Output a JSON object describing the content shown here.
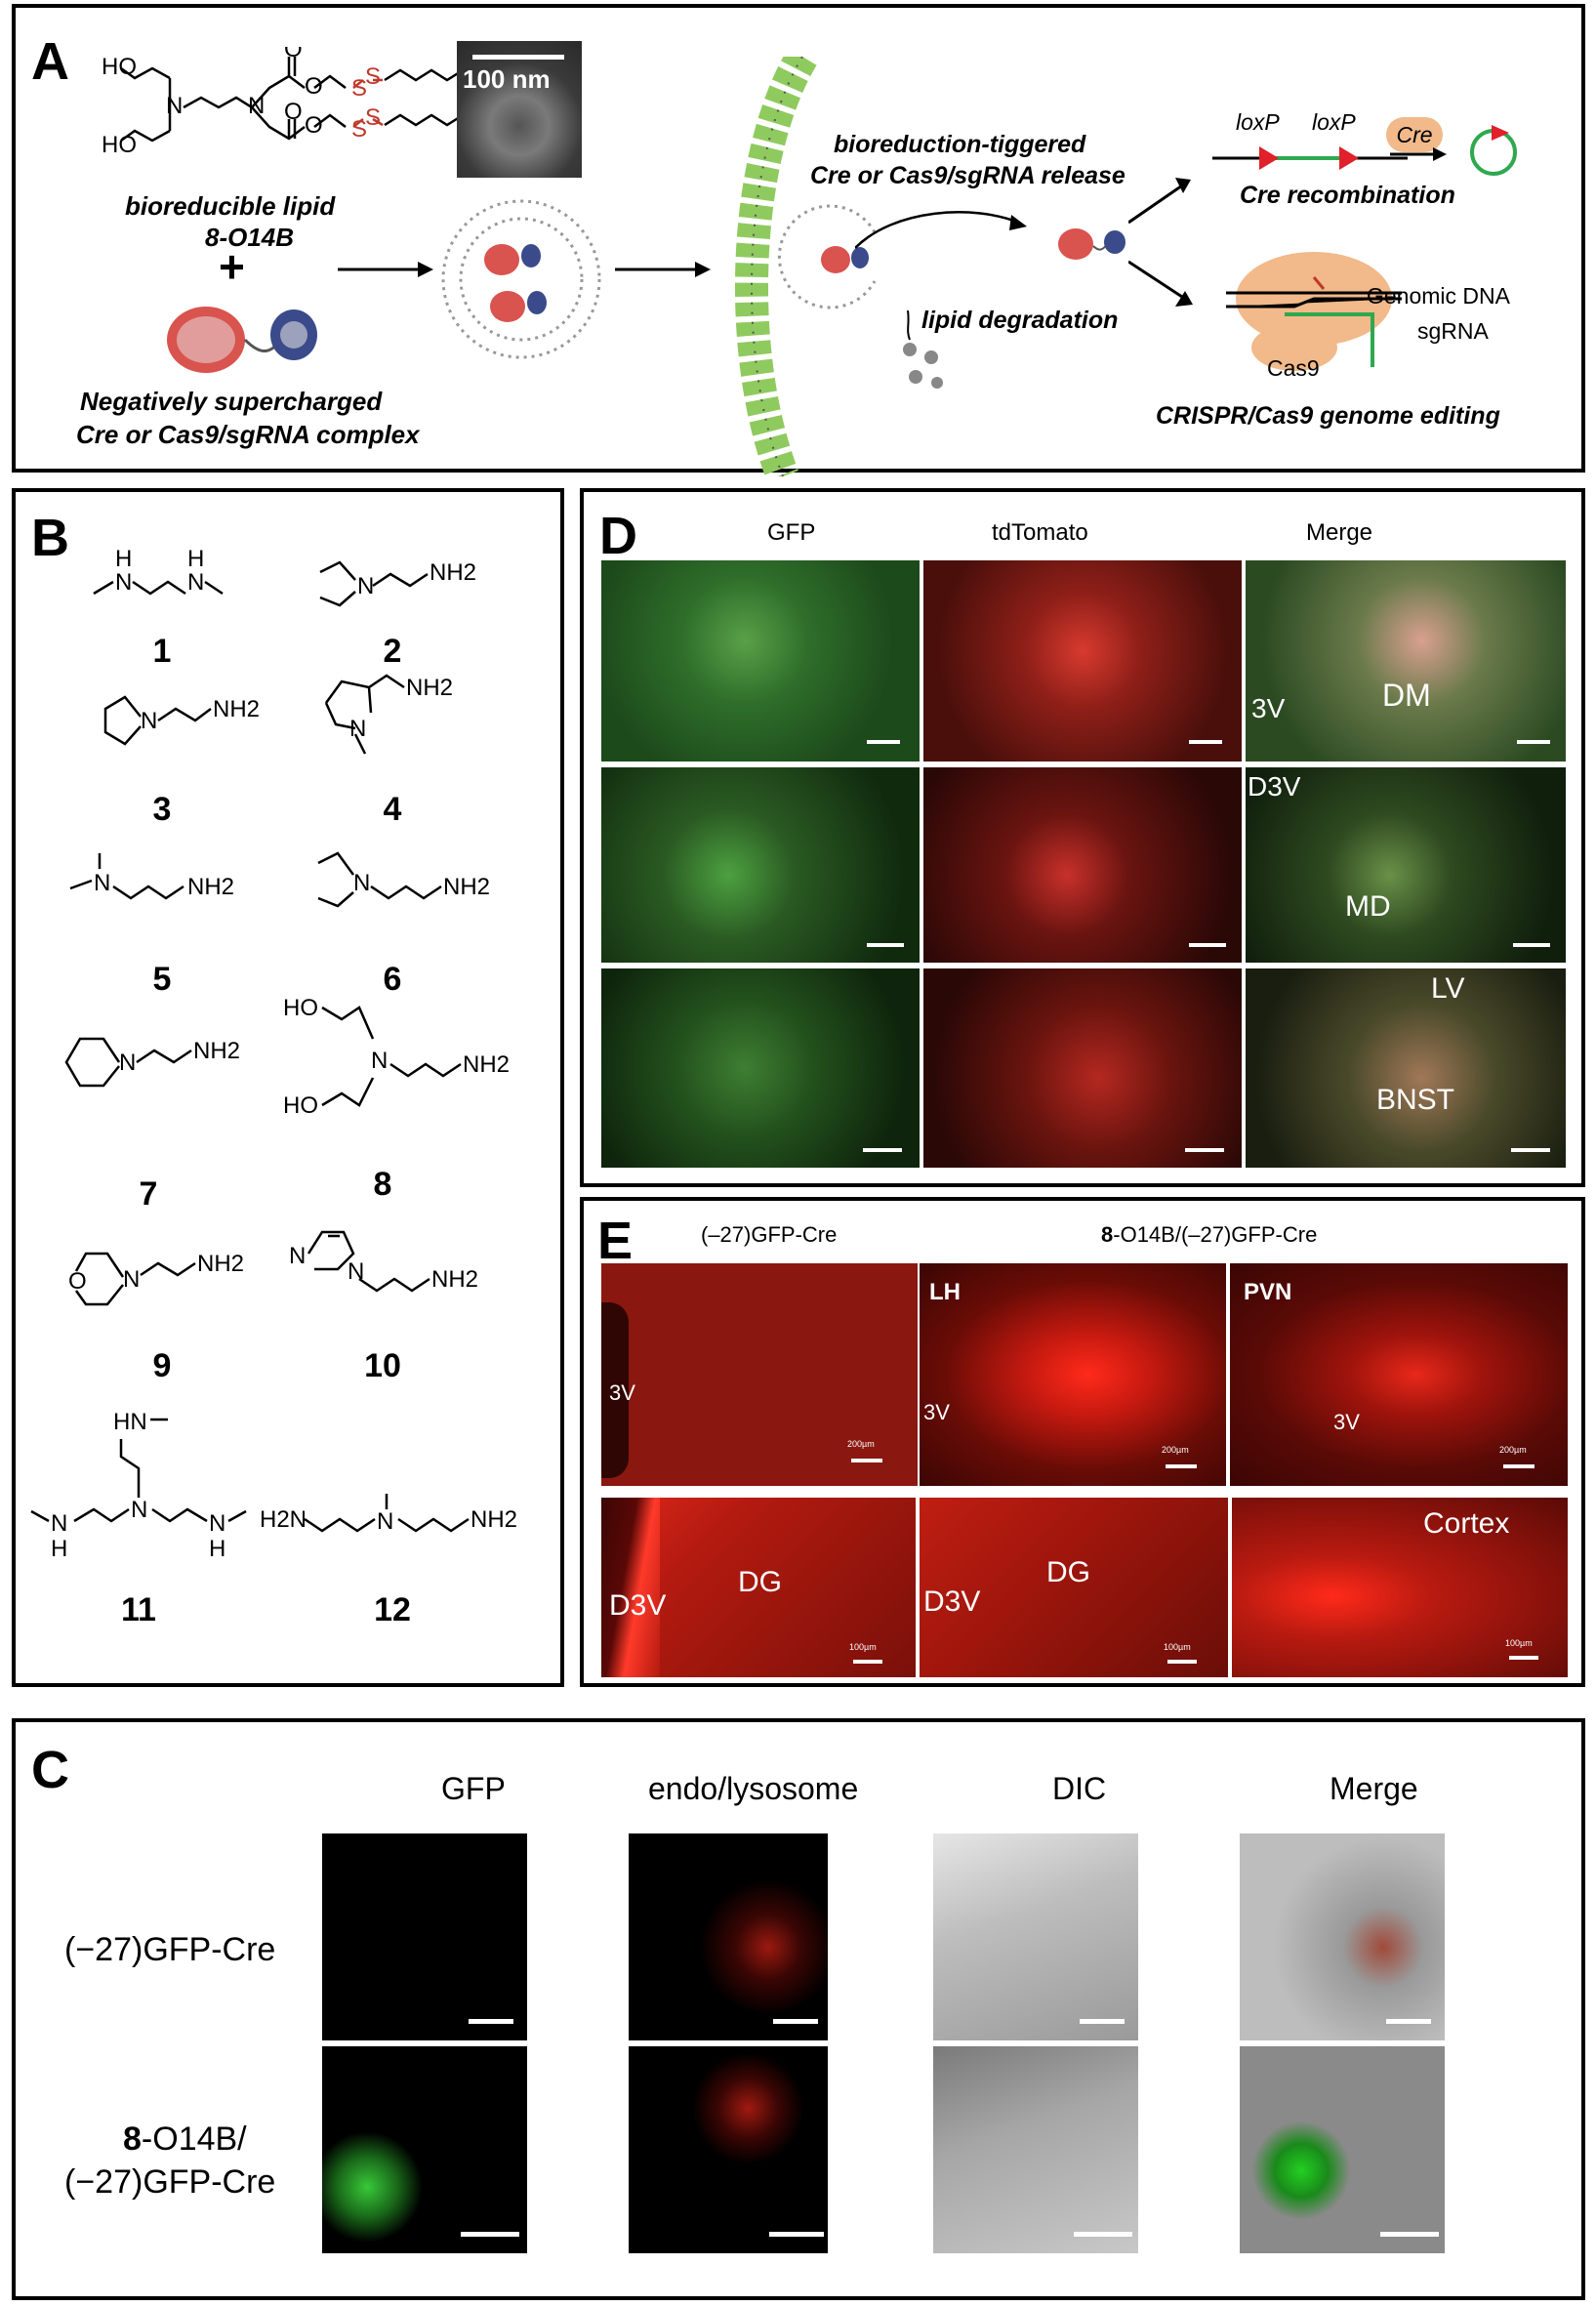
{
  "panelA": {
    "label": "A",
    "lipid_name_line1": "bioreducible lipid",
    "lipid_name_line2": "8-O14B",
    "lipid_atoms": [
      "HO",
      "HO",
      "N",
      "N",
      "O",
      "O",
      "O",
      "O",
      "S",
      "S",
      "S",
      "S"
    ],
    "plus": "+",
    "complex_line1": "Negatively supercharged",
    "complex_line2": "Cre or Cas9/sgRNA complex",
    "tem_scale": "100 nm",
    "release_line1": "bioreduction-tiggered",
    "release_line2": "Cre or Cas9/sgRNA release",
    "degradation": "lipid degradation",
    "loxp": "loxP",
    "cre_tag": "Cre",
    "cre_recombination": "Cre recombination",
    "genomic_dna": "Genomic DNA",
    "sgrna": "sgRNA",
    "cas9": "Cas9",
    "crispr_editing": "CRISPR/Cas9 genome editing",
    "colors": {
      "disulfide": "#c0392b",
      "membrane": "#8fca5e",
      "lox": "#e0202a",
      "cas9": "#f2b98a",
      "sgrna": "#2fa84f"
    }
  },
  "panelB": {
    "label": "B",
    "amine_numbers": [
      "1",
      "2",
      "3",
      "4",
      "5",
      "6",
      "7",
      "8",
      "9",
      "10",
      "11",
      "12"
    ],
    "atoms": {
      "H": "H",
      "N": "N",
      "NH2": "NH2",
      "HO": "HO",
      "O": "O",
      "HN": "HN",
      "H2N": "H2N"
    }
  },
  "panelC": {
    "label": "C",
    "col_headers": [
      "GFP",
      "endo/lysosome",
      "DIC",
      "Merge"
    ],
    "row1_label": "(−27)GFP-Cre",
    "row2_label_bold": "8",
    "row2_label_line1": "-O14B/",
    "row2_label_line2": "(−27)GFP-Cre"
  },
  "panelD": {
    "label": "D",
    "col_headers": [
      "GFP",
      "tdTomato",
      "Merge"
    ],
    "region_labels": [
      "3V",
      "DM",
      "D3V",
      "MD",
      "LV",
      "BNST"
    ]
  },
  "panelE": {
    "label": "E",
    "header_left": "(–27)GFP-Cre",
    "header_right_bold": "8",
    "header_right_rest": "-O14B/(–27)GFP-Cre",
    "region_labels": [
      "3V",
      "LH",
      "3V",
      "PVN",
      "3V",
      "D3V",
      "DG",
      "D3V",
      "DG",
      "Cortex"
    ],
    "scale_labels": [
      "200µm",
      "200µm",
      "200µm",
      "100µm",
      "100µm",
      "100µm"
    ]
  }
}
